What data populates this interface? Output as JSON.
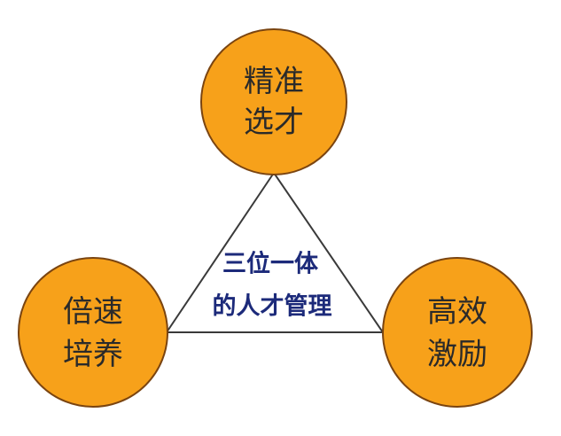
{
  "colors": {
    "circle_fill": "#F7A11A",
    "circle_stroke": "#7A4410",
    "triangle_stroke": "#3A3A3A",
    "node_text": "#2A2A2A",
    "center_text": "#1C2A7A",
    "background": "#FFFFFF"
  },
  "center": {
    "line1": "三位一体",
    "line2": "的人才管理"
  },
  "nodes": {
    "top": {
      "line1": "精准",
      "line2": "选才"
    },
    "left": {
      "line1": "倍速",
      "line2": "培养"
    },
    "right": {
      "line1": "高效",
      "line2": "激励"
    }
  }
}
